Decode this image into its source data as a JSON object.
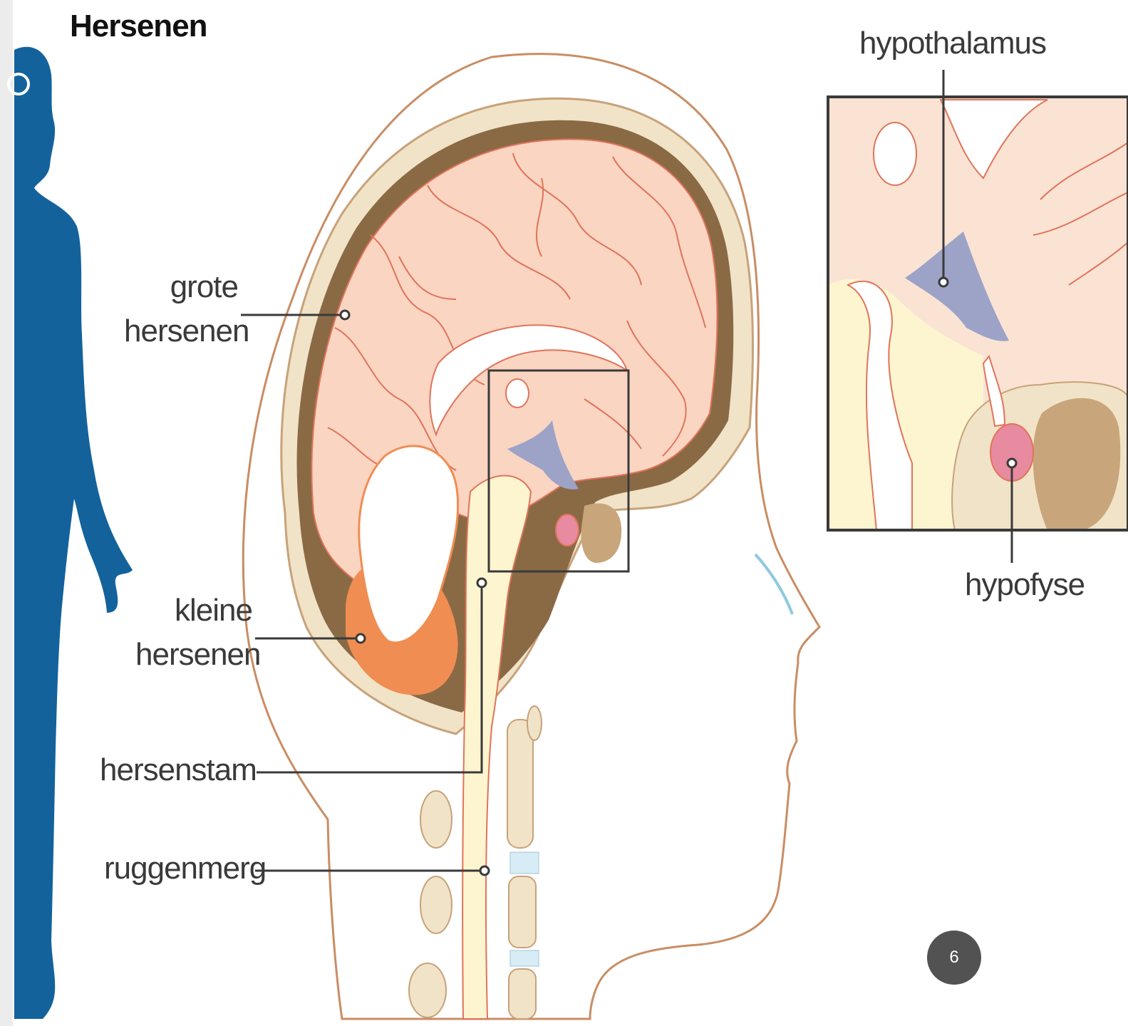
{
  "title": "Hersenen",
  "labels": {
    "grote_hersenen": "grote\nhersenen",
    "kleine_hersenen": "kleine\nhersenen",
    "hersenstam": "hersenstam",
    "ruggenmerg": "ruggenmerg",
    "hypothalamus": "hypothalamus",
    "hypofyse": "hypofyse"
  },
  "page_number": "6",
  "colors": {
    "silhouette": "#13629c",
    "brain": "#f9d5c2",
    "brain_lines": "#e0745a",
    "skull": "#f1e3c7",
    "csf": "#8a6a45",
    "hypothalamus": "#9da3c7",
    "hypofyse": "#e88aa0",
    "spinal_cord": "#fdf5d0",
    "cerebellum": "#f08d52"
  }
}
